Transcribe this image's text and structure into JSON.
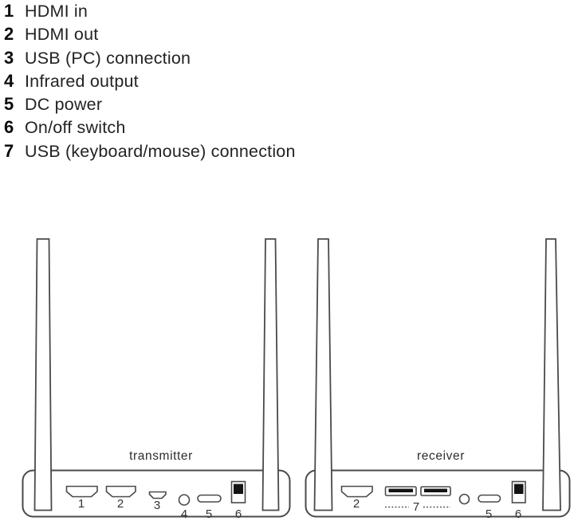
{
  "legend": {
    "items": [
      {
        "num": "1",
        "label": "HDMI in"
      },
      {
        "num": "2",
        "label": "HDMI out"
      },
      {
        "num": "3",
        "label": "USB (PC) connection"
      },
      {
        "num": "4",
        "label": "Infrared output"
      },
      {
        "num": "5",
        "label": "DC power"
      },
      {
        "num": "6",
        "label": "On/off switch"
      },
      {
        "num": "7",
        "label": "USB (keyboard/mouse) connection"
      }
    ]
  },
  "devices": {
    "transmitter": {
      "label": "transmitter",
      "port_numbers": {
        "hdmi_in": "1",
        "hdmi_out": "2",
        "usb_pc": "3",
        "infrared": "4",
        "dc_power": "5",
        "power_switch": "6"
      }
    },
    "receiver": {
      "label": "receiver",
      "port_numbers": {
        "hdmi_out": "2",
        "usb_keyboard_mouse": "7",
        "dc_power": "5",
        "power_switch": "6"
      }
    }
  },
  "colors": {
    "outline_stroke": "#4a4a4a",
    "legend_text": "#232323",
    "switch_fill": "#141414",
    "background": "#ffffff"
  }
}
